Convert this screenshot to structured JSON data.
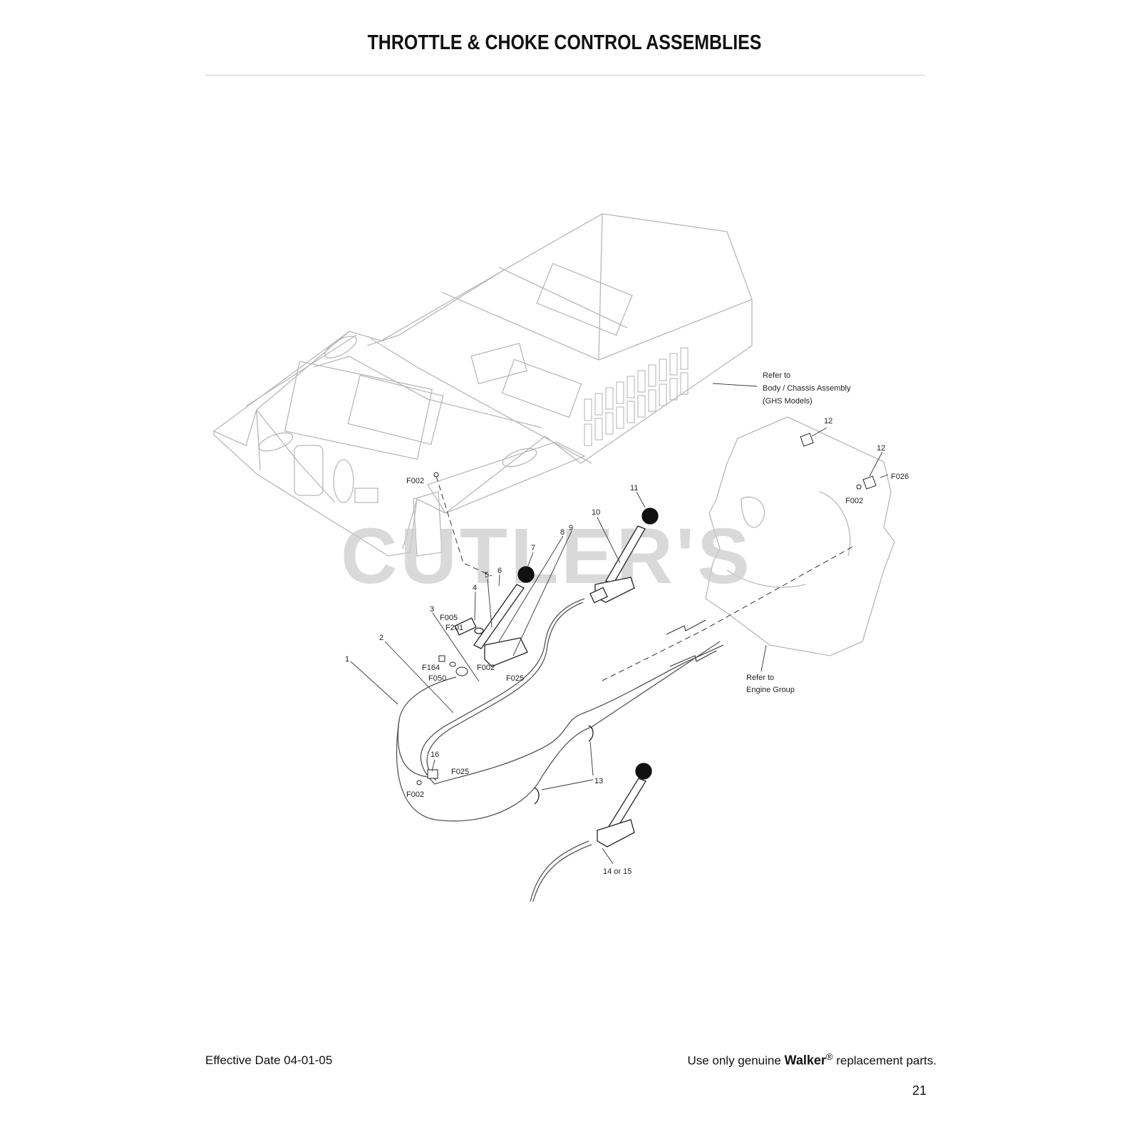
{
  "header": {
    "title": "THROTTLE & CHOKE CONTROL ASSEMBLIES"
  },
  "watermark": "CUTLER'S",
  "notes": {
    "body_line1": "Refer to",
    "body_line2": "Body / Chassis Assembly",
    "body_line3": "(GHS Models)",
    "engine_line1": "Refer to",
    "engine_line2": "Engine Group"
  },
  "callouts": {
    "c1": "1",
    "c2": "2",
    "c3": "3",
    "c4": "4",
    "c5": "5",
    "c6": "6",
    "c7": "7",
    "c8": "8",
    "c9": "9",
    "c10": "10",
    "c11": "11",
    "c12a": "12",
    "c12b": "12",
    "c13": "13",
    "c14": "14 or 15",
    "c16": "16",
    "f002_top": "F002",
    "f002_mid": "F002",
    "f002_right": "F002",
    "f002_low": "F002",
    "f005": "F005",
    "f201": "F201",
    "f164": "F164",
    "f050": "F050",
    "f025_mid": "F025",
    "f025_low": "F025",
    "f026": "F026"
  },
  "footer": {
    "effective": "Effective Date 04-01-05",
    "use_only": "Use only genuine ",
    "brand": "Walker",
    "reg": "®",
    "replacement": " replacement parts.",
    "page": "21"
  }
}
